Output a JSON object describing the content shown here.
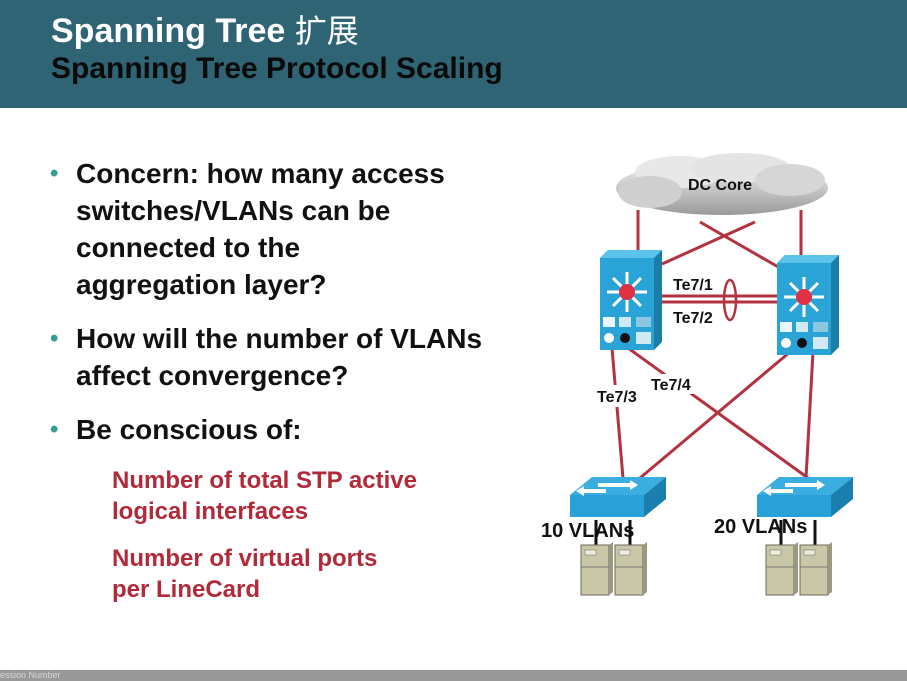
{
  "header": {
    "title_en": "Spanning Tree ",
    "title_cn": "扩展",
    "subtitle": "Spanning Tree Protocol Scaling"
  },
  "bullets": [
    {
      "lines": [
        "Concern: how many access",
        "switches/VLANs can be",
        "connected to the",
        "aggregation layer?"
      ]
    },
    {
      "lines": [
        "How will the number of VLANs",
        "affect convergence?"
      ]
    },
    {
      "lines": [
        "Be conscious of:"
      ]
    }
  ],
  "sub_items": [
    {
      "lines": [
        "Number of total STP active",
        "logical interfaces"
      ]
    },
    {
      "lines": [
        "Number of virtual ports",
        "per LineCard"
      ]
    }
  ],
  "diagram": {
    "core_label": "DC Core",
    "port_labels": [
      "Te7/1",
      "Te7/2",
      "Te7/3",
      "Te7/4"
    ],
    "access": [
      {
        "label": "10 VLANs"
      },
      {
        "label": "20 VLANs"
      }
    ],
    "colors": {
      "link": "#b3323f",
      "switch": "#2a9fd0",
      "server": "#c9c7a8"
    }
  },
  "footer": {
    "text": "ession Number"
  }
}
